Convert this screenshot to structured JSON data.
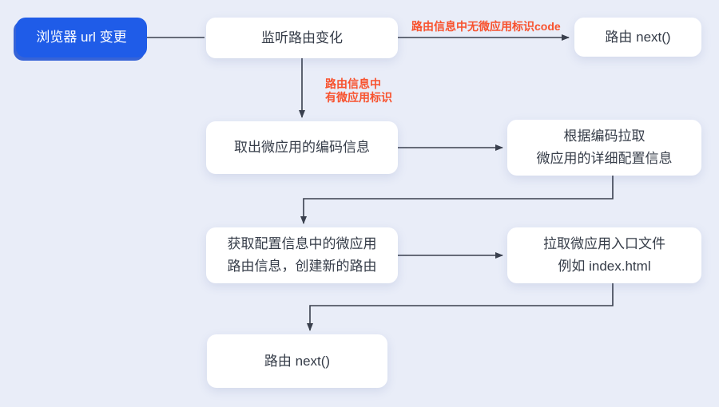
{
  "diagram_title": "micro-app route handling flowchart",
  "colors": {
    "background": "#e9edf8",
    "node_bg": "#ffffff",
    "start_node_bg": "#1f5ce8",
    "start_node_text": "#ffffff",
    "node_text": "#353c48",
    "edge_label_red": "#f8522e",
    "connector": "#3a404e"
  },
  "nodes": {
    "browser_url_change": {
      "label": "浏览器 url 变更"
    },
    "listen_route_change": {
      "label": "监听路由变化"
    },
    "route_next_top": {
      "label": "路由 next()"
    },
    "extract_micro_app_code": {
      "label": "取出微应用的编码信息"
    },
    "fetch_config_by_code": {
      "line1": "根据编码拉取",
      "line2": "微应用的详细配置信息"
    },
    "create_new_route": {
      "line1": "获取配置信息中的微应用",
      "line2": "路由信息，创建新的路由"
    },
    "fetch_entry_file": {
      "line1": "拉取微应用入口文件",
      "line2": "例如 index.html"
    },
    "route_next_bottom": {
      "label": "路由 next()"
    }
  },
  "edge_labels": {
    "no_micro_app_code": "路由信息中无微应用标识code",
    "has_micro_app_line1": "路由信息中",
    "has_micro_app_line2": "有微应用标识"
  }
}
